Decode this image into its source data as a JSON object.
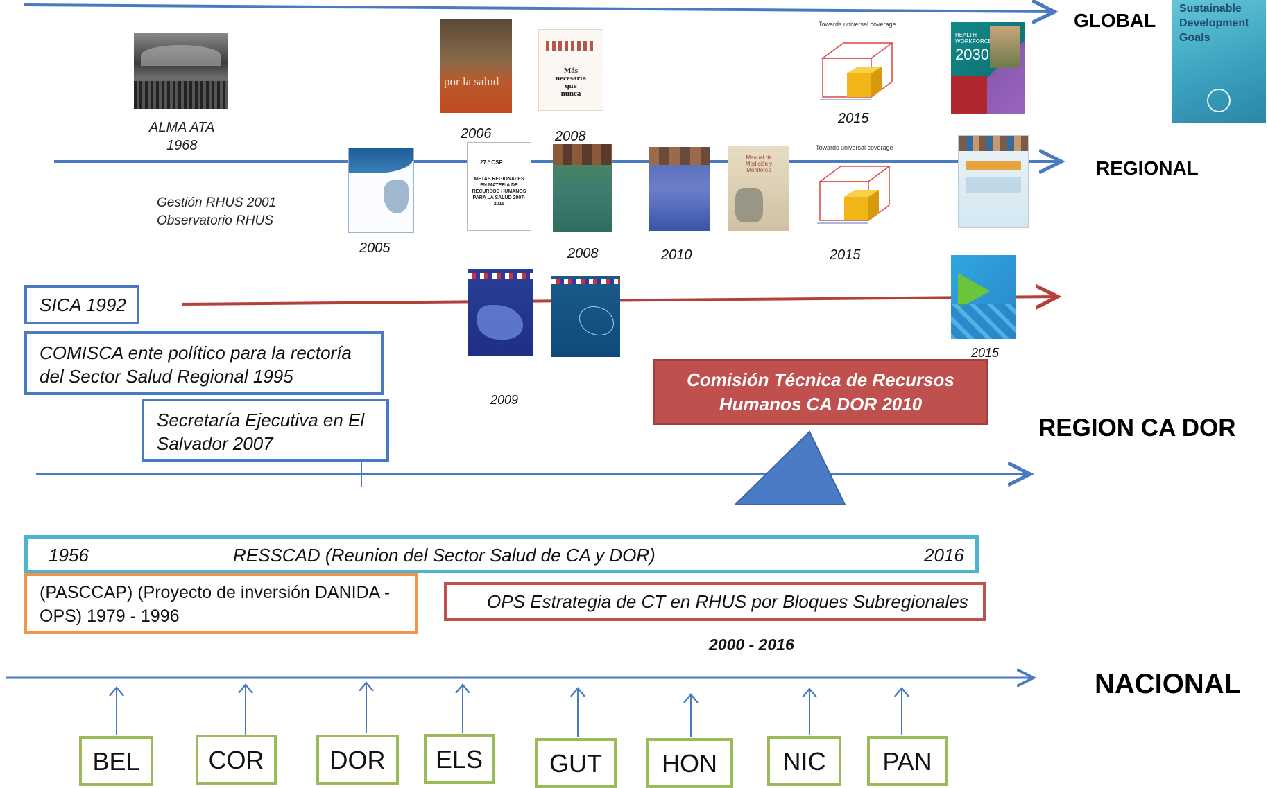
{
  "levels": {
    "global": "GLOBAL",
    "regional": "REGIONAL",
    "region_ca_dor": "REGION CA DOR",
    "nacional": "NACIONAL"
  },
  "global": {
    "alma_ata_label": "ALMA ATA",
    "alma_ata_year": "1968",
    "doc_2006_title": "por la salud",
    "doc_2006_year": "2006",
    "doc_2008_title_1": "Más",
    "doc_2008_title_2": "necesaria",
    "doc_2008_title_3": "que",
    "doc_2008_title_4": "nunca",
    "doc_2008_year": "2008",
    "uhc_title": "Towards universal coverage",
    "uhc_year": "2015",
    "hw2030_title": "HEALTH WORKFORCE",
    "hw2030_year": "2030",
    "sdg_title_1": "Sustainable",
    "sdg_title_2": "Development",
    "sdg_title_3": "Goals"
  },
  "regional": {
    "gestion_line1": "Gestión RHUS 2001",
    "gestion_line2": "Observatorio RHUS",
    "year_2005": "2005",
    "csp_title": "METAS REGIONALES EN MATERIA DE RECURSOS HUMANOS PARA LA SALUD 2007-2015",
    "csp_header": "27.ª CSP",
    "year_2008": "2008",
    "year_2010": "2010",
    "manual_title": "Manual de Medición y Monitoreo",
    "uhc_title": "Towards universal coverage",
    "year_2015": "2015"
  },
  "subregional": {
    "year_2009": "2009",
    "year_2015": "2015",
    "sica": "SICA 1992",
    "comisca_line1": "COMISCA  ente político para la rectoría",
    "comisca_line2": "del Sector Salud Regional 1995",
    "secretaria_line1": "Secretaría Ejecutiva en  El",
    "secretaria_line2": "Salvador   2007",
    "comision_line1": "Comisión Técnica de Recursos",
    "comision_line2": "Humanos CA DOR   2010"
  },
  "resscad": {
    "start": "1956",
    "label": "RESSCAD  (Reunion del Sector Salud de CA y DOR)",
    "end": "2016"
  },
  "pasccap": {
    "line1": "(PASCCAP)  (Proyecto de inversión DANIDA -",
    "line2": "OPS) 1979 - 1996"
  },
  "ops": {
    "label": "OPS   Estrategia de CT en RHUS  por Bloques Subregionales",
    "years": "2000 - 2016"
  },
  "countries": [
    "BEL",
    "COR",
    "DOR",
    "ELS",
    "GUT",
    "HON",
    "NIC",
    "PAN"
  ],
  "colors": {
    "blue_line": "#4a7bbf",
    "red_line": "#b5403a",
    "country_border": "#9bbb59",
    "comision_fill": "#c0504d",
    "triangle": "#4a7bc4"
  }
}
